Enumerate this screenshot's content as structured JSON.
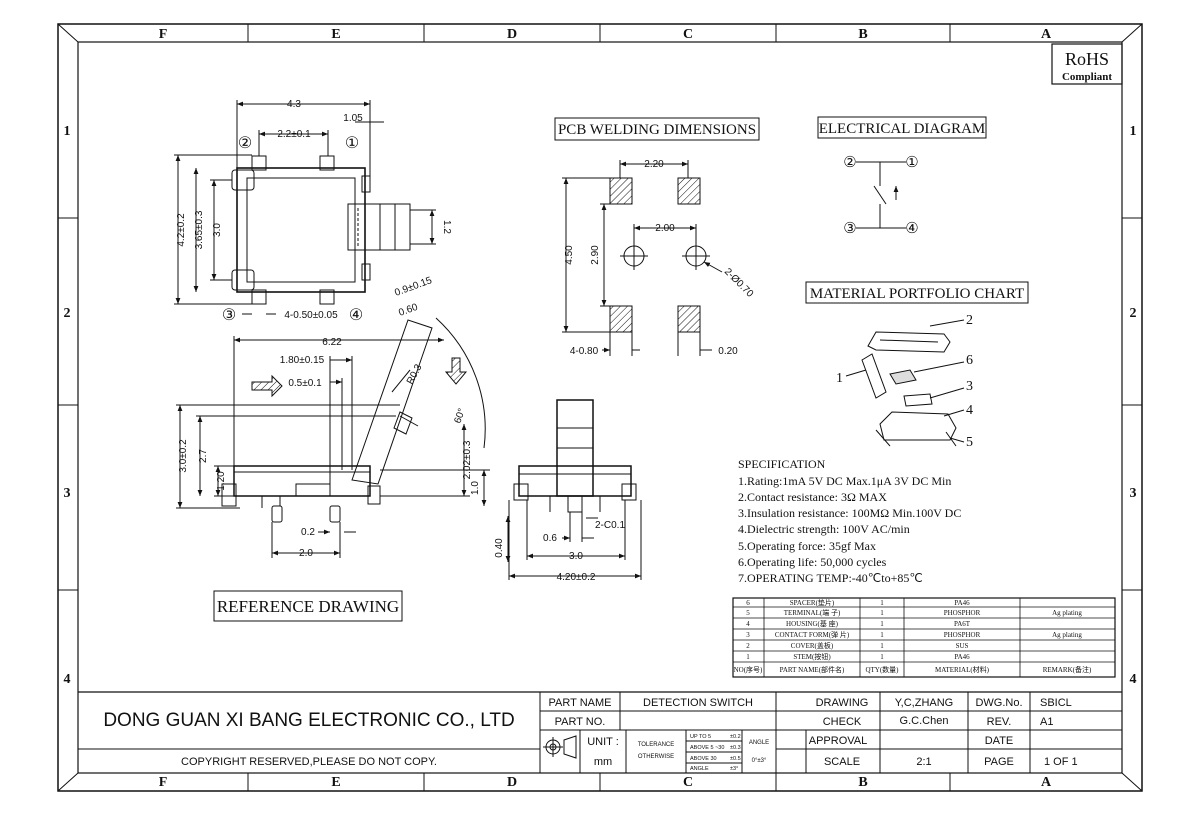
{
  "border": {
    "columns": [
      "F",
      "E",
      "D",
      "C",
      "B",
      "A"
    ],
    "rows": [
      "1",
      "2",
      "3",
      "4"
    ]
  },
  "rohs": {
    "line1": "RoHS",
    "line2": "Compliant"
  },
  "labels": {
    "pcb": "PCB WELDING DIMENSIONS",
    "electrical": "ELECTRICAL DIAGRAM",
    "material": "MATERIAL PORTFOLIO CHART",
    "reference": "REFERENCE DRAWING"
  },
  "top_view": {
    "d_width": "4.3",
    "d_pitch": "2.2±0.1",
    "d_offset": "1.05",
    "d_h1": "4.2±0.2",
    "d_h2": "3.65±0.3",
    "d_h3": "3.0",
    "d_h4": "1.2",
    "d_pins": "4-0.50±0.05",
    "pin1": "①",
    "pin2": "②",
    "pin3": "③",
    "pin4": "④"
  },
  "side_view": {
    "d_len": "6.22",
    "d_a": "1.80±0.15",
    "d_b": "0.5±0.1",
    "d_r": "R0.3",
    "d_h1": "3.0±0.2",
    "d_h2": "2.7",
    "d_h3": "1.20",
    "d_c": "2.02±0.3",
    "d_d": "1.0",
    "d_e": "0.2",
    "d_f": "2.0",
    "d_ang": "0.9±0.15",
    "d_ang2": "0.60",
    "d_deg": "60°"
  },
  "front_view": {
    "d_a": "0.40",
    "d_b": "0.6",
    "d_c": "2-C0.1",
    "d_d": "3.0",
    "d_e": "4.20±0.2"
  },
  "pcb_dims": {
    "d_a": "2.20",
    "d_b": "2.00",
    "d_c": "4.50",
    "d_d": "2.90",
    "d_e": "4-0.80",
    "d_f": "0.20",
    "d_g": "2-Ø0.70"
  },
  "electrical": {
    "p1": "①",
    "p2": "②",
    "p3": "③",
    "p4": "④"
  },
  "material_callouts": [
    "1",
    "2",
    "6",
    "3",
    "4",
    "5"
  ],
  "specification": {
    "title": "SPECIFICATION",
    "lines": [
      "1.Rating:1mA 5V DC Max.1μA 3V DC Min",
      "2.Contact resistance: 3Ω  MAX",
      "3.Insulation resistance:  100MΩ  Min.100V DC",
      "4.Dielectric strength:     100V AC/min",
      "5.Operating force: 35gf Max",
      "6.Operating life: 50,000 cycles",
      "7.OPERATING TEMP:-40℃to+85℃"
    ]
  },
  "material_table": {
    "rows": [
      [
        "6",
        "SPACER(垫片)",
        "1",
        "PA46",
        ""
      ],
      [
        "5",
        "TERMINAL(端 子)",
        "1",
        "PHOSPHOR",
        "Ag plating"
      ],
      [
        "4",
        "HOUSING(基 座)",
        "1",
        "PA6T",
        ""
      ],
      [
        "3",
        "CONTACT FORM(弹 片)",
        "1",
        "PHOSPHOR",
        "Ag plating"
      ],
      [
        "2",
        "COVER(盖板)",
        "1",
        "SUS",
        ""
      ],
      [
        "1",
        "STEM(按钮)",
        "1",
        "PA46",
        ""
      ]
    ],
    "header": [
      "NO(序号)",
      "PART NAME(部件名)",
      "QTY(数量)",
      "MATERIAL(材料)",
      "REMARK(备注)"
    ]
  },
  "title_block": {
    "company": "DONG GUAN XI BANG ELECTRONIC CO., LTD",
    "copyright": "COPYRIGHT RESERVED,PLEASE DO NOT COPY.",
    "part_name_label": "PART NAME",
    "part_name": "DETECTION SWITCH",
    "part_no_label": "PART NO.",
    "unit_label": "UNIT :",
    "unit": "mm",
    "tol_label1": "TOLERANCE",
    "tol_label2": "OTHERWISE",
    "tol_r1": "UP TO 5",
    "tol_r1v": "±0.2",
    "tol_r2": "ABOVE 5 ~30",
    "tol_r2v": "±0.3",
    "tol_r3": "ABOVE 30",
    "tol_r3v": "±0.5",
    "tol_r4": "ANGLE",
    "tol_r4v": "±3°",
    "angle_label": "ANGLE",
    "angle_val": "0°±3°",
    "drawing_label": "DRAWING",
    "drawing": "Y,C,ZHANG",
    "check_label": "CHECK",
    "check": "G.C.Chen",
    "approval_label": "APPROVAL",
    "scale_label": "SCALE",
    "scale": "2:1",
    "dwg_label": "DWG.No.",
    "dwg": "SBICL",
    "rev_label": "REV.",
    "rev": "A1",
    "date_label": "DATE",
    "page_label": "PAGE",
    "page": "1 OF 1"
  }
}
